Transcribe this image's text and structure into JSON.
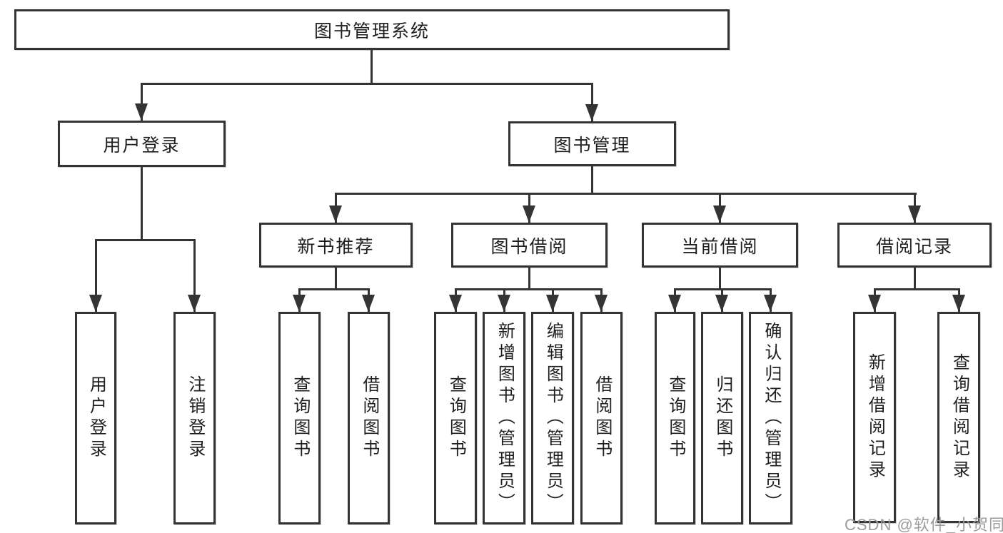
{
  "diagram": {
    "root": {
      "label": "图书管理系统"
    },
    "level2": {
      "user_login": {
        "label": "用户登录"
      },
      "book_mgmt": {
        "label": "图书管理"
      }
    },
    "level3": {
      "new_books": {
        "label": "新书推荐"
      },
      "book_borrow": {
        "label": "图书借阅"
      },
      "current_borrow": {
        "label": "当前借阅"
      },
      "borrow_records": {
        "label": "借阅记录"
      }
    },
    "leaves": {
      "user_login_action": {
        "label": "用户登录"
      },
      "logout": {
        "label": "注销登录"
      },
      "nb_query_books": {
        "label": "查询图书"
      },
      "nb_borrow_books": {
        "label": "借阅图书"
      },
      "bb_query_books": {
        "label": "查询图书"
      },
      "bb_add_books_admin": {
        "label": "新增图书（管理员）"
      },
      "bb_edit_books_admin": {
        "label": "编辑图书（管理员）"
      },
      "bb_borrow_books": {
        "label": "借阅图书"
      },
      "cb_query_books": {
        "label": "查询图书"
      },
      "cb_return_books": {
        "label": "归还图书"
      },
      "cb_confirm_return_admin": {
        "label": "确认归还（管理员）"
      },
      "br_add_record": {
        "label": "新增借阅记录"
      },
      "br_query_record": {
        "label": "查询借阅记录"
      }
    }
  },
  "watermark": {
    "text": "CSDN @软件_小贺同学",
    "color": "#9c9c9c"
  },
  "colors": {
    "line": "#343434",
    "text": "#1f1f1f",
    "background": "#ffffff"
  }
}
